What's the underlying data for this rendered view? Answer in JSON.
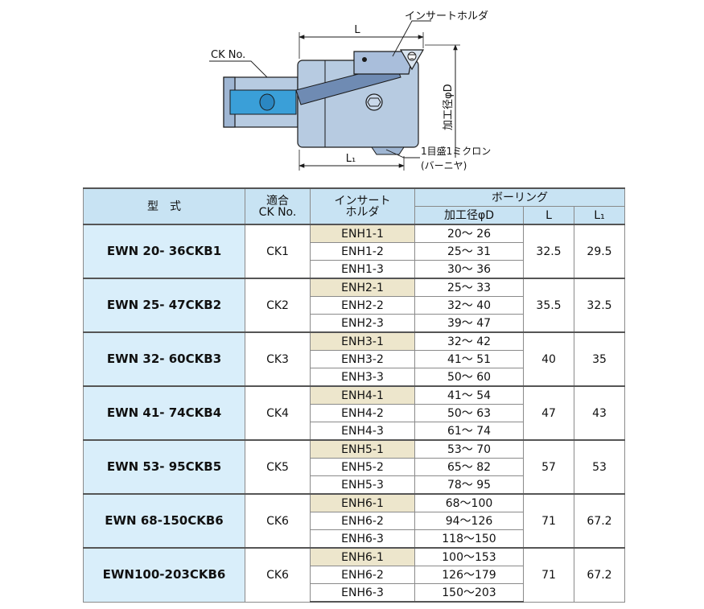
{
  "diagram": {
    "label_insert_holder": "インサートホルダ",
    "label_L": "L",
    "label_ck_no": "CK No.",
    "label_bore_dia": "加工径φD",
    "label_L1": "L₁",
    "label_graduation": "1目盛1ミクロン",
    "label_vernier": "(バーニヤ)",
    "colors": {
      "body": "#b7cbe1",
      "dark": "#86a0c4",
      "clamp": "#3a9fd8",
      "line": "#1a1a1a"
    }
  },
  "table": {
    "headers": {
      "model": "型　式",
      "ck_no": "適合\nCK No.",
      "insert_holder": "インサート\nホルダ",
      "boring": "ボーリング",
      "bore_dia": "加工径φD",
      "L": "L",
      "L1": "L₁"
    },
    "groups": [
      {
        "model": "EWN 20- 36CKB1",
        "ck": "CK1",
        "L": "32.5",
        "L1": "29.5",
        "rows": [
          {
            "insert": "ENH1-1",
            "range": "20～ 26"
          },
          {
            "insert": "ENH1-2",
            "range": "25～ 31"
          },
          {
            "insert": "ENH1-3",
            "range": "30～ 36"
          }
        ]
      },
      {
        "model": "EWN 25- 47CKB2",
        "ck": "CK2",
        "L": "35.5",
        "L1": "32.5",
        "rows": [
          {
            "insert": "ENH2-1",
            "range": "25～ 33"
          },
          {
            "insert": "ENH2-2",
            "range": "32～ 40"
          },
          {
            "insert": "ENH2-3",
            "range": "39～ 47"
          }
        ]
      },
      {
        "model": "EWN 32- 60CKB3",
        "ck": "CK3",
        "L": "40",
        "L1": "35",
        "rows": [
          {
            "insert": "ENH3-1",
            "range": "32～ 42"
          },
          {
            "insert": "ENH3-2",
            "range": "41～ 51"
          },
          {
            "insert": "ENH3-3",
            "range": "50～ 60"
          }
        ]
      },
      {
        "model": "EWN 41- 74CKB4",
        "ck": "CK4",
        "L": "47",
        "L1": "43",
        "rows": [
          {
            "insert": "ENH4-1",
            "range": "41～ 54"
          },
          {
            "insert": "ENH4-2",
            "range": "50～ 63"
          },
          {
            "insert": "ENH4-3",
            "range": "61～ 74"
          }
        ]
      },
      {
        "model": "EWN 53- 95CKB5",
        "ck": "CK5",
        "L": "57",
        "L1": "53",
        "rows": [
          {
            "insert": "ENH5-1",
            "range": "53～ 70"
          },
          {
            "insert": "ENH5-2",
            "range": "65～ 82"
          },
          {
            "insert": "ENH5-3",
            "range": "78～ 95"
          }
        ]
      },
      {
        "model": "EWN 68-150CKB6",
        "ck": "CK6",
        "L": "71",
        "L1": "67.2",
        "rows": [
          {
            "insert": "ENH6-1",
            "range": "68～100"
          },
          {
            "insert": "ENH6-2",
            "range": "94～126"
          },
          {
            "insert": "ENH6-3",
            "range": "118～150"
          }
        ]
      },
      {
        "model": "EWN100-203CKB6",
        "ck": "CK6",
        "L": "71",
        "L1": "67.2",
        "rows": [
          {
            "insert": "ENH6-1",
            "range": "100～153"
          },
          {
            "insert": "ENH6-2",
            "range": "126～179"
          },
          {
            "insert": "ENH6-3",
            "range": "150～203"
          }
        ]
      }
    ]
  }
}
